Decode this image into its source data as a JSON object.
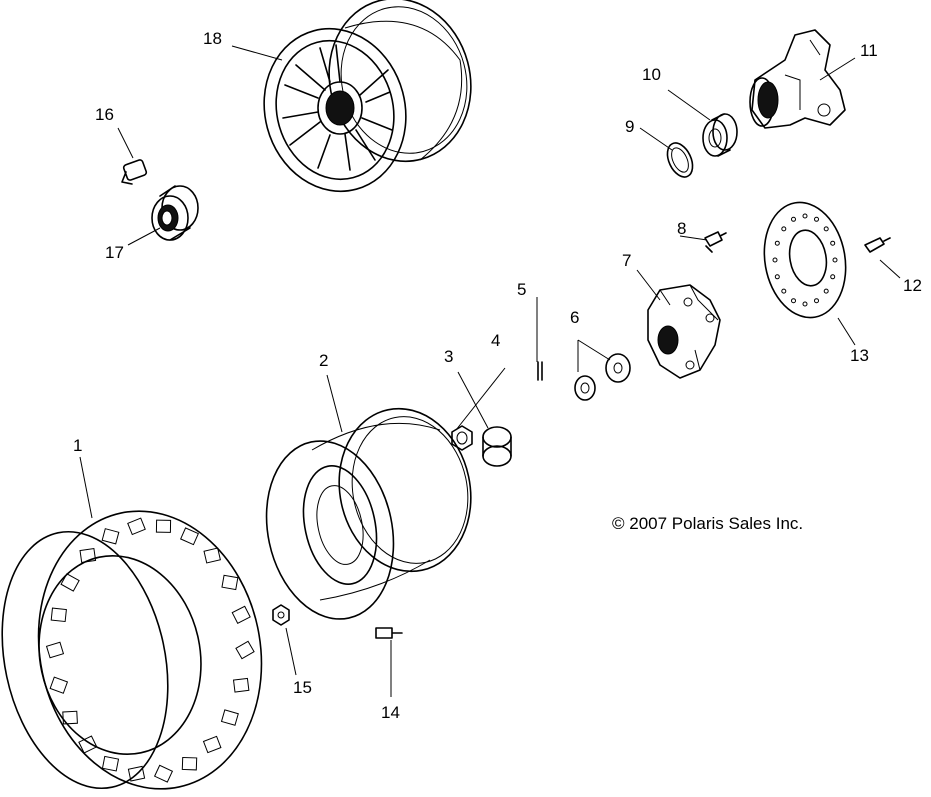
{
  "diagram": {
    "copyright": "© 2007 Polaris Sales Inc.",
    "callouts": {
      "c1": "1",
      "c2": "2",
      "c3": "3",
      "c4": "4",
      "c5": "5",
      "c6": "6",
      "c7": "7",
      "c8": "8",
      "c9": "9",
      "c10": "10",
      "c11": "11",
      "c12": "12",
      "c13": "13",
      "c14": "14",
      "c15": "15",
      "c16": "16",
      "c17": "17",
      "c18": "18"
    }
  }
}
